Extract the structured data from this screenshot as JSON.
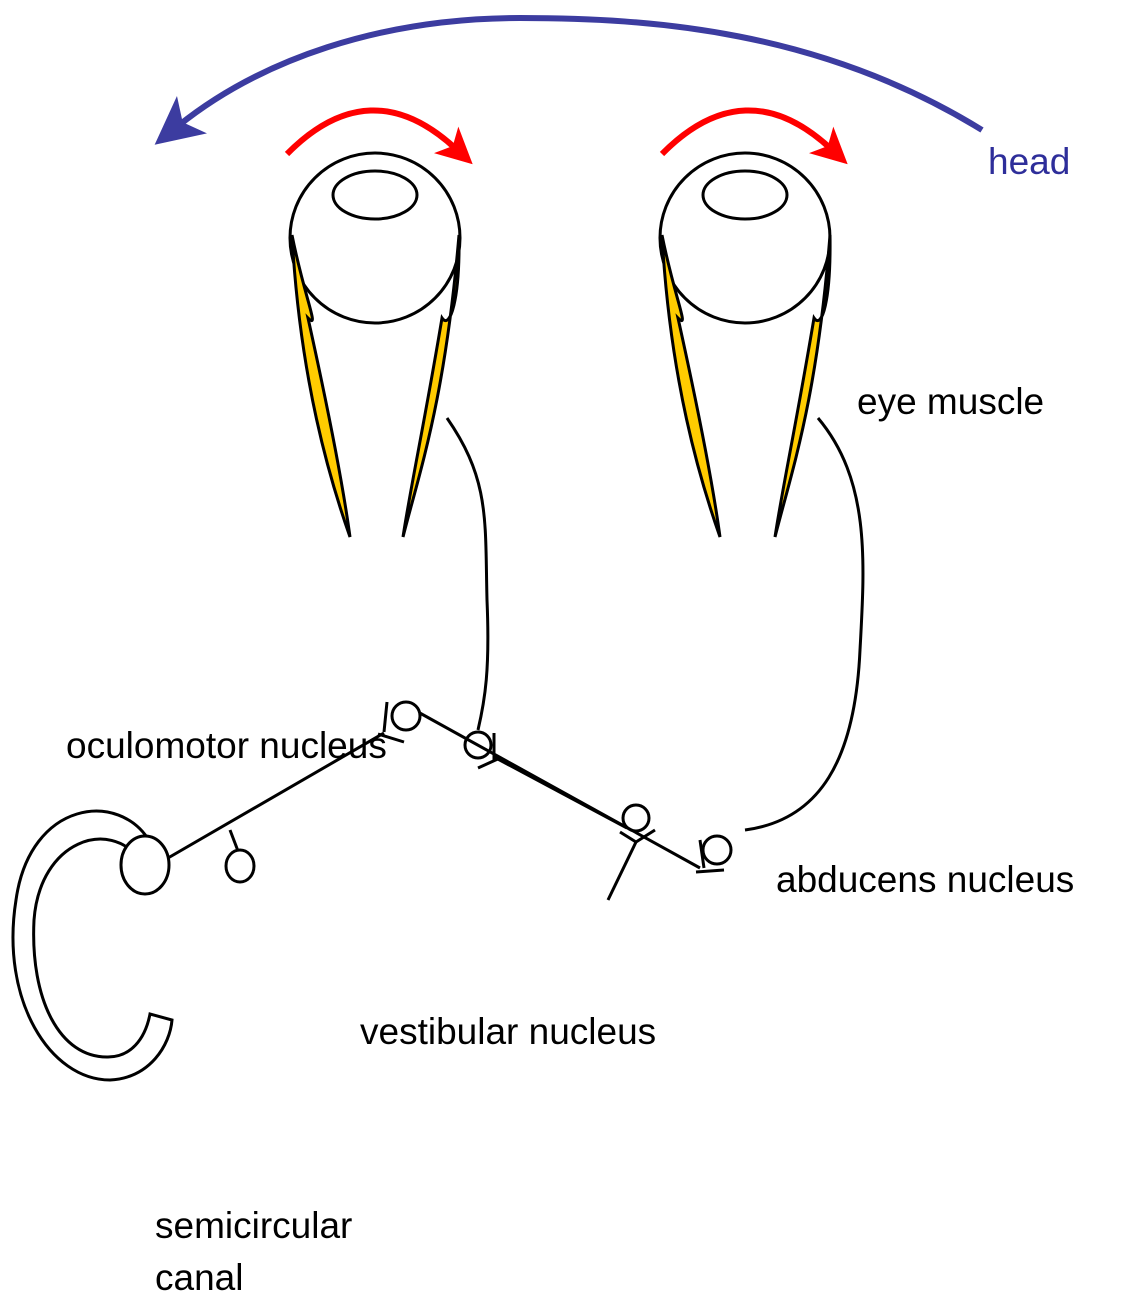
{
  "labels": {
    "head": "head",
    "eye_muscle": "eye muscle",
    "oculomotor_nucleus": "oculomotor nucleus",
    "abducens_nucleus": "abducens nucleus",
    "vestibular_nucleus": "vestibular nucleus",
    "semicircular_canal_line1": "semicircular",
    "semicircular_canal_line2": "canal"
  },
  "colors": {
    "head_arrow": "#3c3ca0",
    "eye_rotation_arrows": "#ff0000",
    "muscle_fill": "#ffcc00",
    "outline": "#000000",
    "head_label": "#2e2e9a"
  }
}
